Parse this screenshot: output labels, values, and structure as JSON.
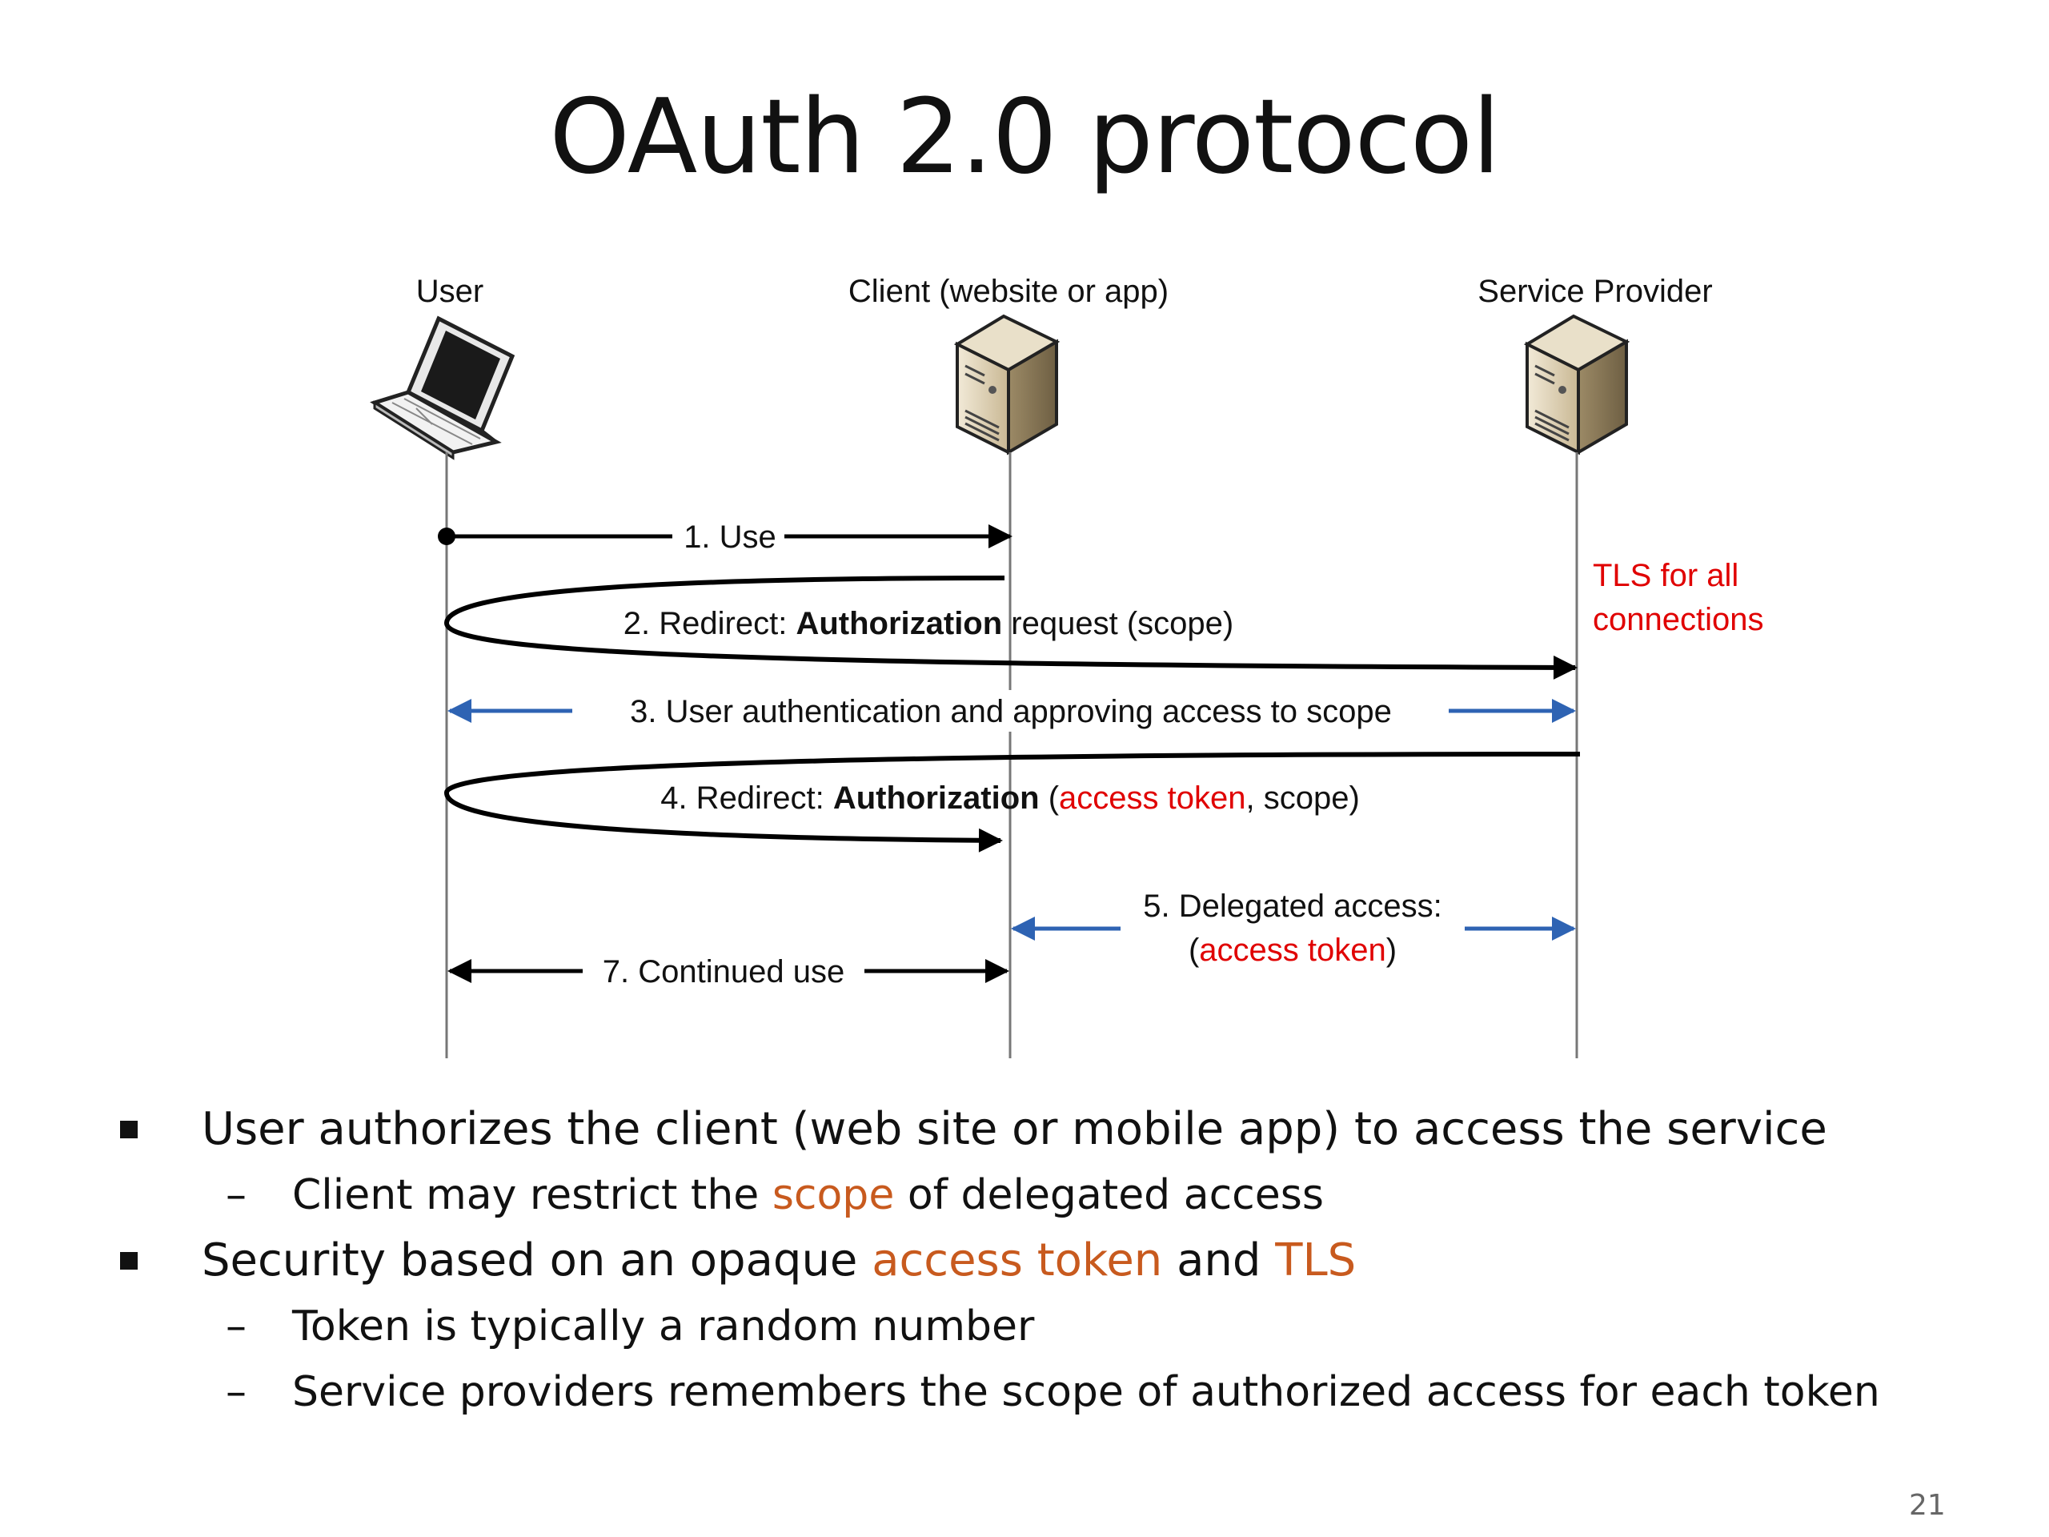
{
  "title": "OAuth 2.0 protocol",
  "actors": {
    "user": "User",
    "client": "Client (website or app)",
    "provider": "Service Provider"
  },
  "tls_note": [
    "TLS for all",
    "connections"
  ],
  "steps": {
    "s1": "1. Use",
    "s2": {
      "prefix": "2. Redirect: ",
      "bold": "Authorization",
      "suffix": " request (scope)"
    },
    "s3": "3. User authentication and approving access to scope",
    "s4": {
      "prefix": "4. Redirect: ",
      "bold": "Authorization",
      "open": " (",
      "red": "access token",
      "suffix": ", scope)"
    },
    "s5": {
      "line1": "5. Delegated access:",
      "open": "(",
      "red": "access token",
      "close": ")"
    },
    "s7": "7. Continued use"
  },
  "bullets": [
    {
      "text": "User authorizes the client (web site or mobile app) to access the service",
      "sub": [
        {
          "before": "Client may restrict the ",
          "hl": "scope",
          "after": " of delegated access"
        }
      ]
    },
    {
      "before": "Security based on an opaque ",
      "hl1": "access token",
      "mid": " and ",
      "hl2": "TLS",
      "sub": [
        {
          "text": "Token is typically a random number"
        },
        {
          "text": "Service providers remembers the scope of authorized access for each token"
        }
      ]
    }
  ],
  "page_number": "21",
  "colors": {
    "arrow_black": "#000000",
    "arrow_blue": "#2e63b3",
    "highlight_red": "#e00000",
    "bullet_orange": "#c85a1e"
  },
  "icons": [
    "laptop-icon",
    "server-icon",
    "server-icon"
  ]
}
